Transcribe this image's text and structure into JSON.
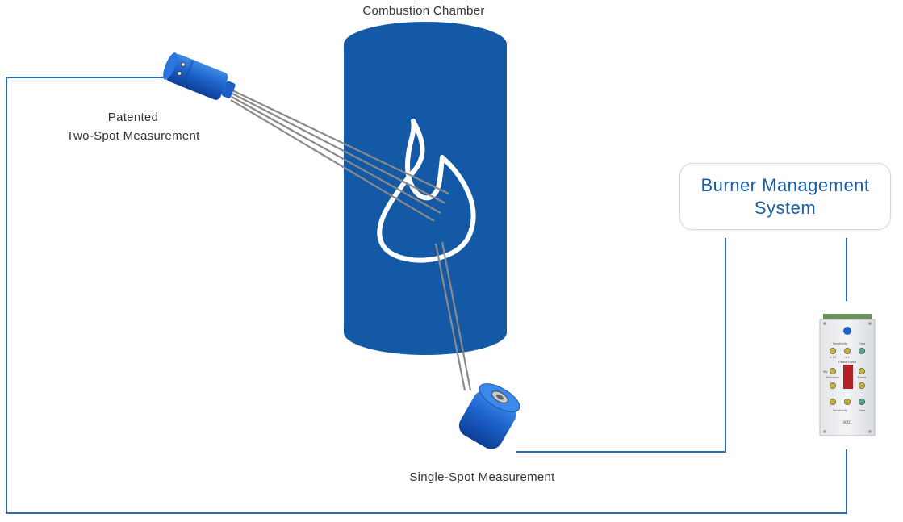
{
  "labels": {
    "combustion_chamber": "Combustion Chamber",
    "two_spot_line1": "Patented",
    "two_spot_line2": "Two-Spot Measurement",
    "single_spot": "Single-Spot Measurement",
    "bms_line1": "Burner Management",
    "bms_line2": "System"
  },
  "amplifier_panel": {
    "sensitivity_top": "Sensitivity",
    "time_top": "Time",
    "range_a": "x 10",
    "range_b": "x 1",
    "flame_signal": "Flame Signal",
    "mv": "MV",
    "multiplex": "Multiplex",
    "flame": "Flame",
    "sensitivity_bottom": "Sensitivity",
    "time_bottom": "Time",
    "model": "3001"
  },
  "colors": {
    "brand_blue": "#1459a5",
    "line_blue": "#2b6cb0",
    "fiber_grey": "#888888",
    "text": "#333333"
  },
  "icons": [
    "flame-icon",
    "two-spot-sensor-icon",
    "single-spot-sensor-icon",
    "amplifier-module-icon"
  ]
}
